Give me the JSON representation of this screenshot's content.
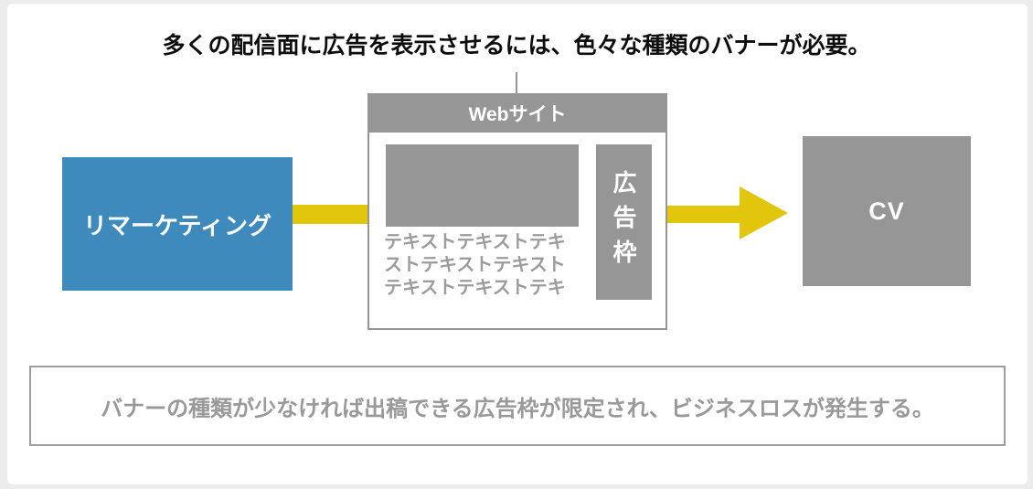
{
  "page": {
    "title": "多くの配信面に広告を表示させるには、色々な種類のバナーが必要。",
    "conclusion": "バナーの種類が少なければ出稿できる広告枠が限定され、ビジネスロスが発生する。"
  },
  "diagram": {
    "source_box": {
      "label": "リマーケティング"
    },
    "website": {
      "header": "Webサイト",
      "body_text_lines": [
        "テキストテキストテキ",
        "ストテキストテキスト",
        "テキストテキストテキ"
      ],
      "ad_slot_label": "広告枠"
    },
    "cv_box": {
      "label": "CV"
    },
    "colors": {
      "source_blue": "#3e8abd",
      "arrow_yellow": "#e2c50d",
      "box_gray": "#969696",
      "muted_text_gray": "#9c9c9c",
      "conclusion_border_gray": "#9e9e9e",
      "frame_gray": "#ececec"
    }
  }
}
